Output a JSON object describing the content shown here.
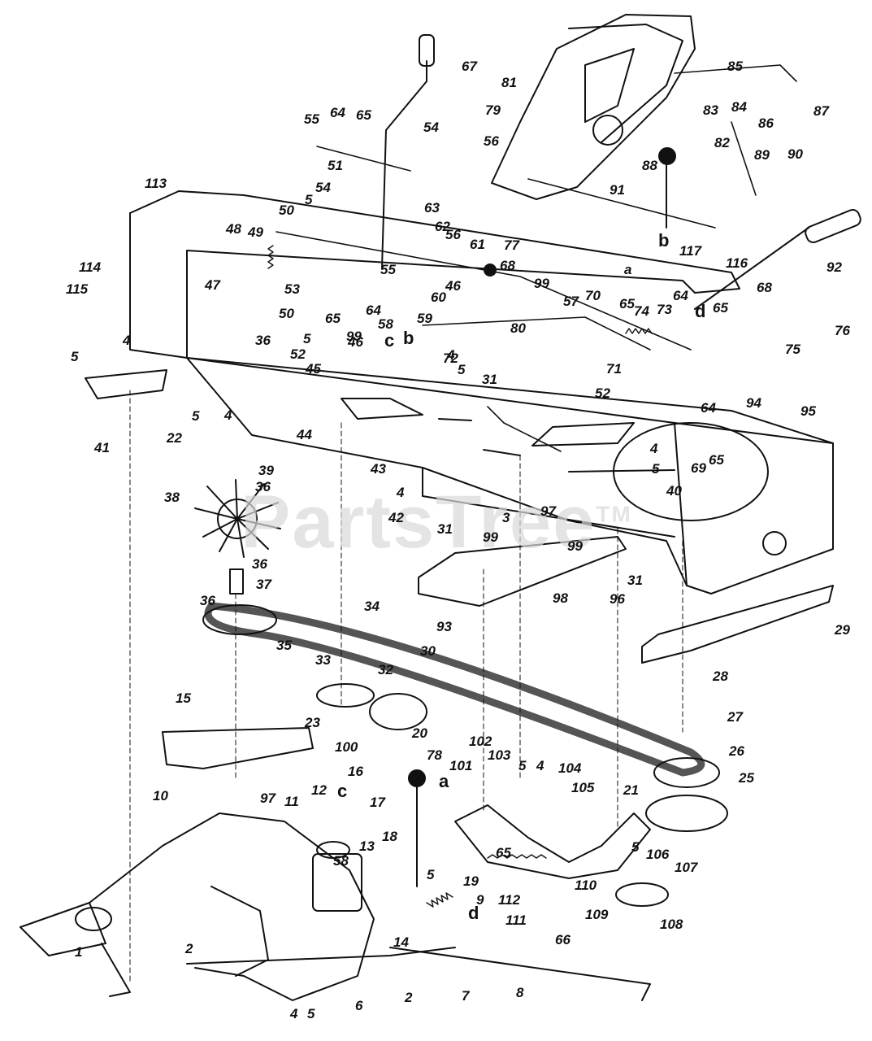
{
  "diagram": {
    "watermark": "PartsTree",
    "watermark_mark": "TM",
    "labels": [
      "1",
      "2",
      "2",
      "3",
      "4",
      "4",
      "4",
      "4",
      "4",
      "4",
      "4",
      "5",
      "5",
      "5",
      "5",
      "5",
      "5",
      "5",
      "5",
      "5",
      "5",
      "6",
      "7",
      "8",
      "9",
      "10",
      "11",
      "12",
      "13",
      "14",
      "15",
      "16",
      "17",
      "18",
      "19",
      "20",
      "21",
      "22",
      "23",
      "25",
      "26",
      "27",
      "28",
      "29",
      "30",
      "31",
      "31",
      "31",
      "32",
      "33",
      "34",
      "35",
      "36",
      "36",
      "36",
      "36",
      "37",
      "38",
      "39",
      "40",
      "41",
      "42",
      "43",
      "44",
      "45",
      "46",
      "46",
      "47",
      "48",
      "49",
      "50",
      "50",
      "51",
      "52",
      "52",
      "53",
      "54",
      "54",
      "55",
      "55",
      "56",
      "56",
      "57",
      "58",
      "58",
      "59",
      "60",
      "61",
      "62",
      "63",
      "64",
      "64",
      "64",
      "64",
      "65",
      "65",
      "65",
      "65",
      "65",
      "65",
      "66",
      "67",
      "68",
      "68",
      "69",
      "70",
      "71",
      "72",
      "73",
      "74",
      "75",
      "76",
      "77",
      "78",
      "79",
      "80",
      "81",
      "82",
      "83",
      "84",
      "85",
      "86",
      "87",
      "88",
      "89",
      "90",
      "91",
      "92",
      "93",
      "94",
      "95",
      "96",
      "97",
      "97",
      "98",
      "99",
      "99",
      "99",
      "99",
      "100",
      "101",
      "102",
      "103",
      "104",
      "105",
      "106",
      "107",
      "108",
      "109",
      "110",
      "111",
      "112",
      "113",
      "114",
      "115",
      "116",
      "117",
      "a",
      "a",
      "ä",
      "b",
      "b",
      "c",
      "c",
      "d",
      "d"
    ],
    "line_color": "#111111",
    "background_color": "#ffffff"
  }
}
